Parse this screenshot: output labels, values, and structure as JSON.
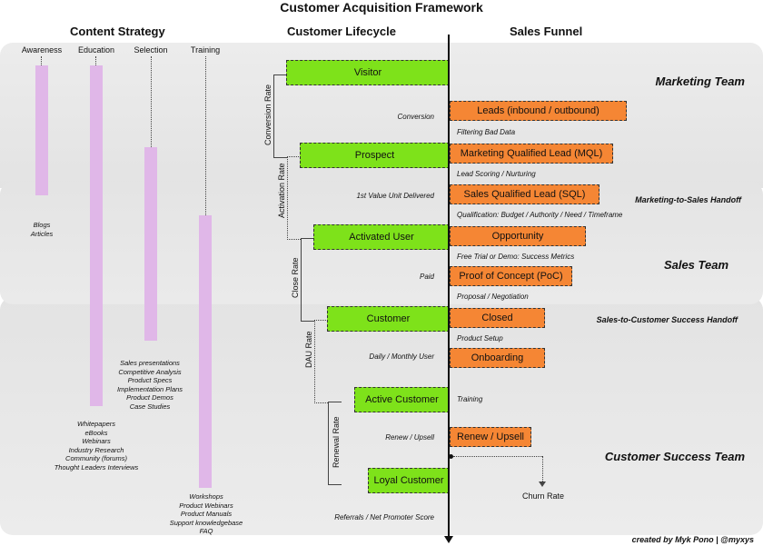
{
  "title": "Customer Acquisition Framework",
  "columns": {
    "content_strategy": "Content Strategy",
    "customer_lifecycle": "Customer Lifecycle",
    "sales_funnel": "Sales Funnel"
  },
  "content_stages": [
    "Awareness",
    "Education",
    "Selection",
    "Training"
  ],
  "content_lists": {
    "awareness": [
      "Blogs",
      "Articles"
    ],
    "selection": [
      "Sales presentations",
      "Competitive Analysis",
      "Product Specs",
      "Implementation Plans",
      "Product Demos",
      "Case Studies"
    ],
    "education": [
      "Whitepapers",
      "eBooks",
      "Webinars",
      "Industry Research",
      "Community (forums)",
      "Thought Leaders Interviews"
    ],
    "training": [
      "Workshops",
      "Product Webinars",
      "Product Manuals",
      "Support knowledgebase",
      "FAQ"
    ]
  },
  "teams": {
    "marketing": "Marketing Team",
    "marketing_to_sales": "Marketing-to-Sales Handoff",
    "sales": "Sales Team",
    "sales_to_success": "Sales-to-Customer Success Handoff",
    "success": "Customer Success Team"
  },
  "lifecycle": [
    "Visitor",
    "Prospect",
    "Activated User",
    "Customer",
    "Active Customer",
    "Loyal Customer"
  ],
  "rates": [
    "Conversion Rate",
    "Activation Rate",
    "Close Rate",
    "DAU Rate",
    "Renewal Rate"
  ],
  "metrics": [
    "Conversion",
    "1st Value Unit Delivered",
    "Paid",
    "Daily / Monthly User",
    "Training",
    "Renew / Upsell",
    "Referrals / Net Promoter Score"
  ],
  "funnel": [
    "Leads (inbound / outbound)",
    "Marketing Qualified Lead (MQL)",
    "Sales Qualified Lead (SQL)",
    "Opportunity",
    "Proof of Concept (PoC)",
    "Closed",
    "Onboarding",
    "Renew / Upsell"
  ],
  "funnel_steps": [
    "Filtering Bad Data",
    "Lead Scoring / Nurturing",
    "Qualification: Budget / Authority / Need / Timeframe",
    "Free Trial or Demo: Success Metrics",
    "Proposal / Negotiation",
    "Product Setup"
  ],
  "churn": "Churn Rate",
  "credit": "created by Myk Pono | @myxys",
  "colors": {
    "lifecycle": "#7ee21a",
    "funnel": "#f58634",
    "content_bar": "#e0b7e8"
  }
}
